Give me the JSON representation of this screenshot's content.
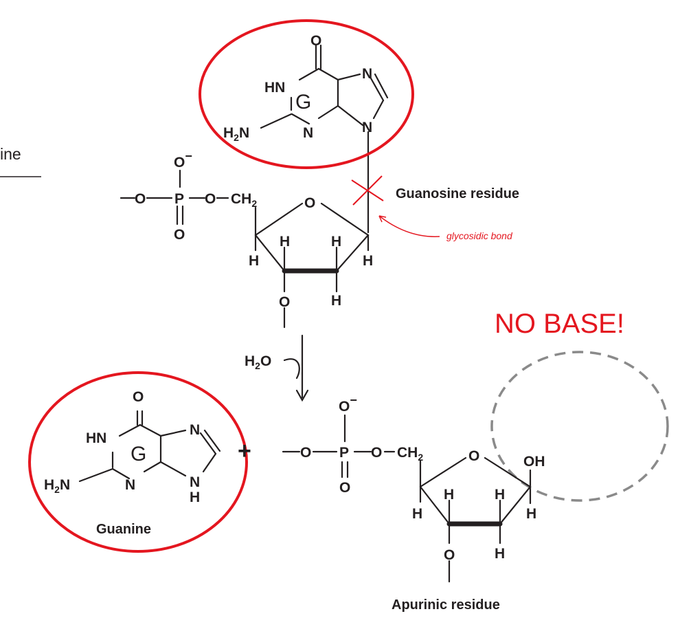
{
  "side_label": "ine",
  "guanosine": {
    "O": "O",
    "HN": "HN",
    "G": "G",
    "N_top": "N",
    "N_mid": "N",
    "N_right": "N",
    "H2N_H": "H",
    "H2N_2": "2",
    "H2N_N": "N",
    "phosphate_O_minus": "O",
    "minus": "−",
    "O_left": "—O—",
    "P": "P",
    "O_right": "—O—",
    "CH2": "CH",
    "CH2_sub": "2",
    "P_O_double": "O",
    "ring_O": "O",
    "H1": "H",
    "H2": "H",
    "H3": "H",
    "H4": "H",
    "H5": "H",
    "O3": "O",
    "label": "Guanosine  residue",
    "handwritten": "glycosidic bond"
  },
  "reaction": {
    "water_H": "H",
    "water_2": "2",
    "water_O": "O",
    "plus": "+"
  },
  "guanine": {
    "O": "O",
    "HN": "HN",
    "G": "G",
    "N_top": "N",
    "N_mid": "N",
    "NH_N": "N",
    "NH_H": "H",
    "H2N_H": "H",
    "H2N_2": "2",
    "H2N_N": "N",
    "label": "Guanine"
  },
  "apurinic": {
    "phosphate_O_minus": "O",
    "minus": "−",
    "O_left": "—O—",
    "P": "P",
    "O_right": "—O—",
    "CH2": "CH",
    "CH2_sub": "2",
    "P_O_double": "O",
    "ring_O": "O",
    "OH": "OH",
    "H1": "H",
    "H2": "H",
    "H3": "H",
    "H4": "H",
    "H5": "H",
    "O3": "O",
    "label": "Apurinic residue"
  },
  "annotation": {
    "no_base": "NO BASE!"
  },
  "colors": {
    "annotation_red": "#e4161f",
    "ink": "#231f20",
    "dashed_gray": "#8a8a8a"
  }
}
